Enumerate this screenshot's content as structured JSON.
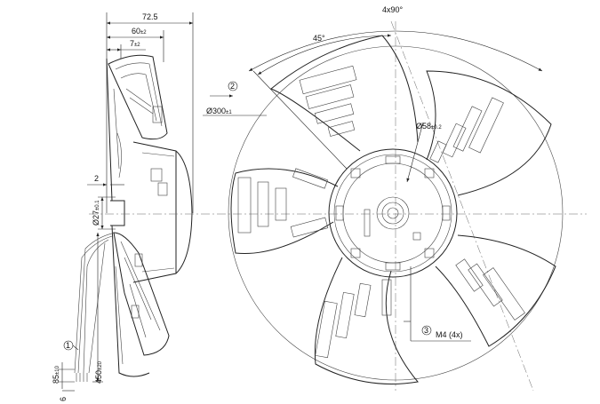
{
  "dimensions": {
    "overall_depth": "72.5",
    "depth_60": "60",
    "depth_60_tol": "±2",
    "depth_7": "7",
    "depth_7_tol": "±2",
    "gap_2": "2",
    "hub_dia": "Ø27",
    "hub_dia_tol": "±0.1",
    "cable_length": "450",
    "cable_length_tol": "±20",
    "strip_length": "85",
    "strip_length_tol": "±10",
    "end_6": "6",
    "bolt_circle": "4x90°",
    "blade_angle": "45°",
    "impeller_dia": "Ø300",
    "impeller_dia_tol": "±1",
    "rotor_dia": "Ø58",
    "rotor_dia_tol": "±0.2",
    "thread": "M4 (4x)"
  },
  "callouts": {
    "c1": "1",
    "c2": "2",
    "c3": "3"
  },
  "colors": {
    "line": "#222222",
    "background": "#ffffff"
  }
}
